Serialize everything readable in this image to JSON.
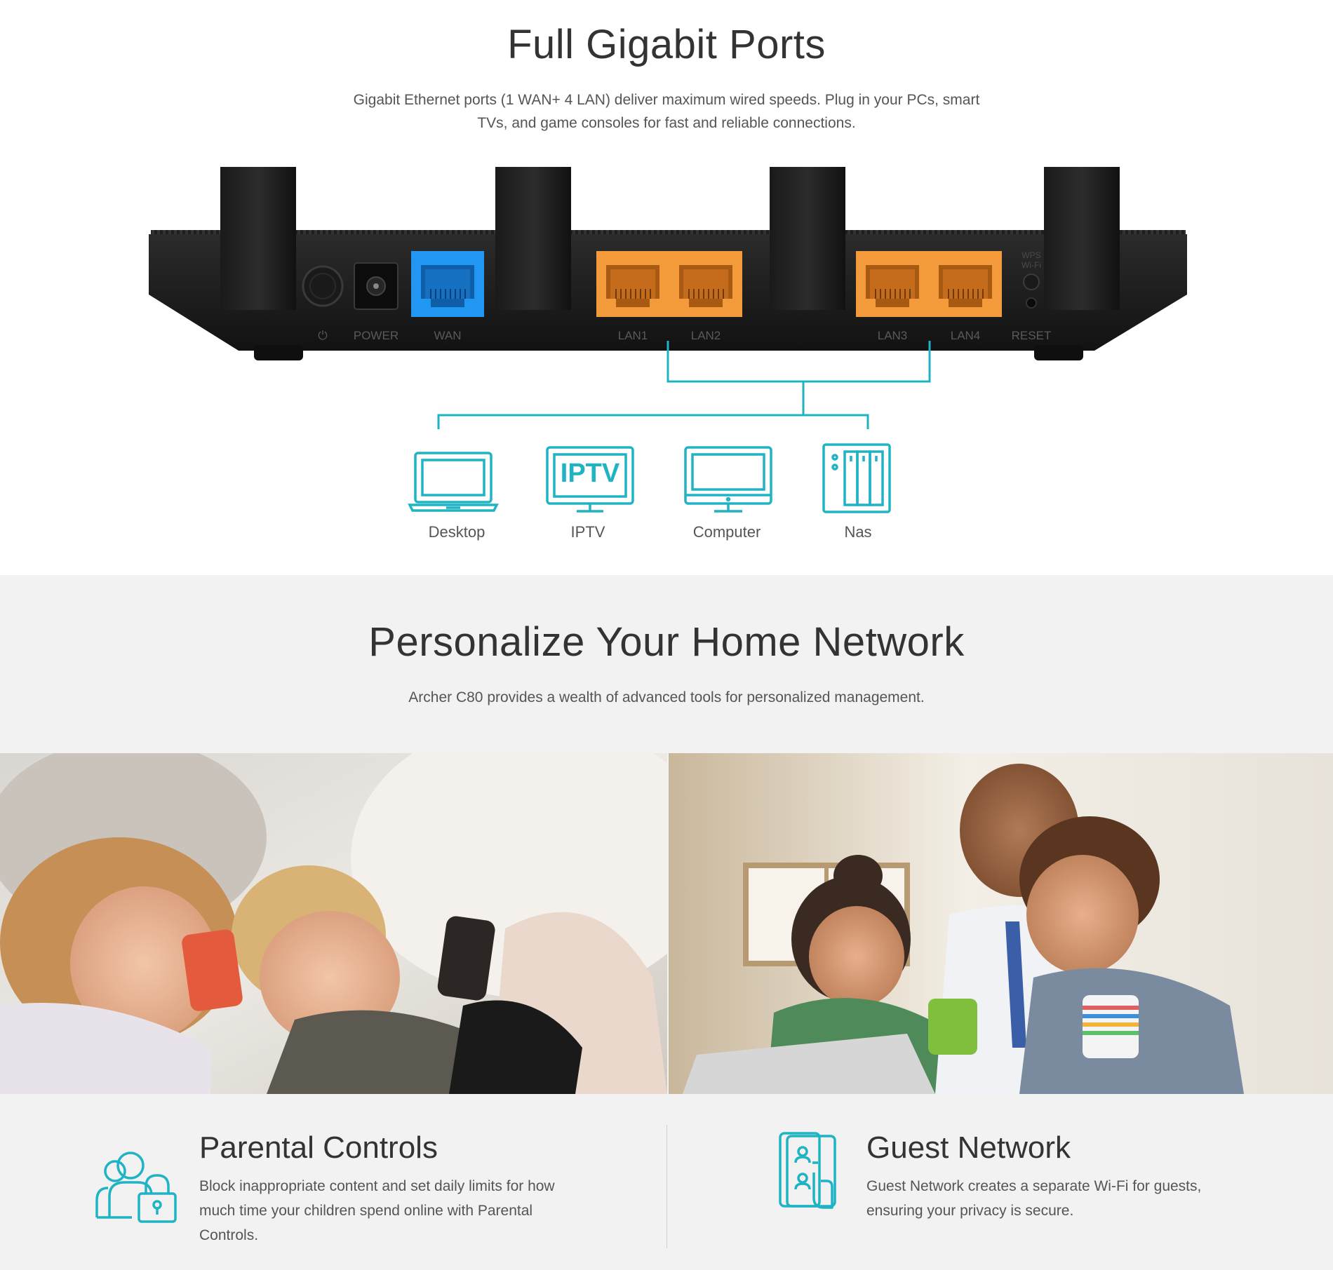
{
  "ports_section": {
    "title": "Full Gigabit Ports",
    "description_line1": "Gigabit Ethernet ports (1 WAN+ 4 LAN) deliver maximum wired speeds. Plug in your PCs, smart",
    "description_line2": "TVs, and game consoles for fast and reliable connections.",
    "router_labels": {
      "power_symbol": "⏻",
      "power": "POWER",
      "wan": "WAN",
      "lan1": "LAN1",
      "lan2": "LAN2",
      "lan3": "LAN3",
      "lan4": "LAN4",
      "reset": "RESET",
      "wps": "WPS",
      "wifi": "Wi-Fi"
    },
    "devices": [
      {
        "label": "Desktop",
        "icon": "laptop-icon"
      },
      {
        "label": "IPTV",
        "icon": "iptv-icon",
        "icon_text": "IPTV"
      },
      {
        "label": "Computer",
        "icon": "monitor-icon"
      },
      {
        "label": "Nas",
        "icon": "nas-icon"
      }
    ],
    "colors": {
      "accent": "#1fb3c4",
      "wan_port": "#2196f3",
      "lan_port": "#f39a3a"
    }
  },
  "personalize_section": {
    "title": "Personalize Your Home Network",
    "description": "Archer C80 provides a wealth of advanced tools for personalized management.",
    "features": [
      {
        "title": "Parental Controls",
        "icon": "parental-controls-icon",
        "text_line1": "Block inappropriate content and set daily limits for how",
        "text_line2": "much time your children spend online with Parental",
        "text_line3": "Controls."
      },
      {
        "title": "Guest Network",
        "icon": "guest-network-icon",
        "text_line1": "Guest Network creates a separate Wi-Fi for guests,",
        "text_line2": "ensuring your privacy is secure."
      }
    ]
  }
}
